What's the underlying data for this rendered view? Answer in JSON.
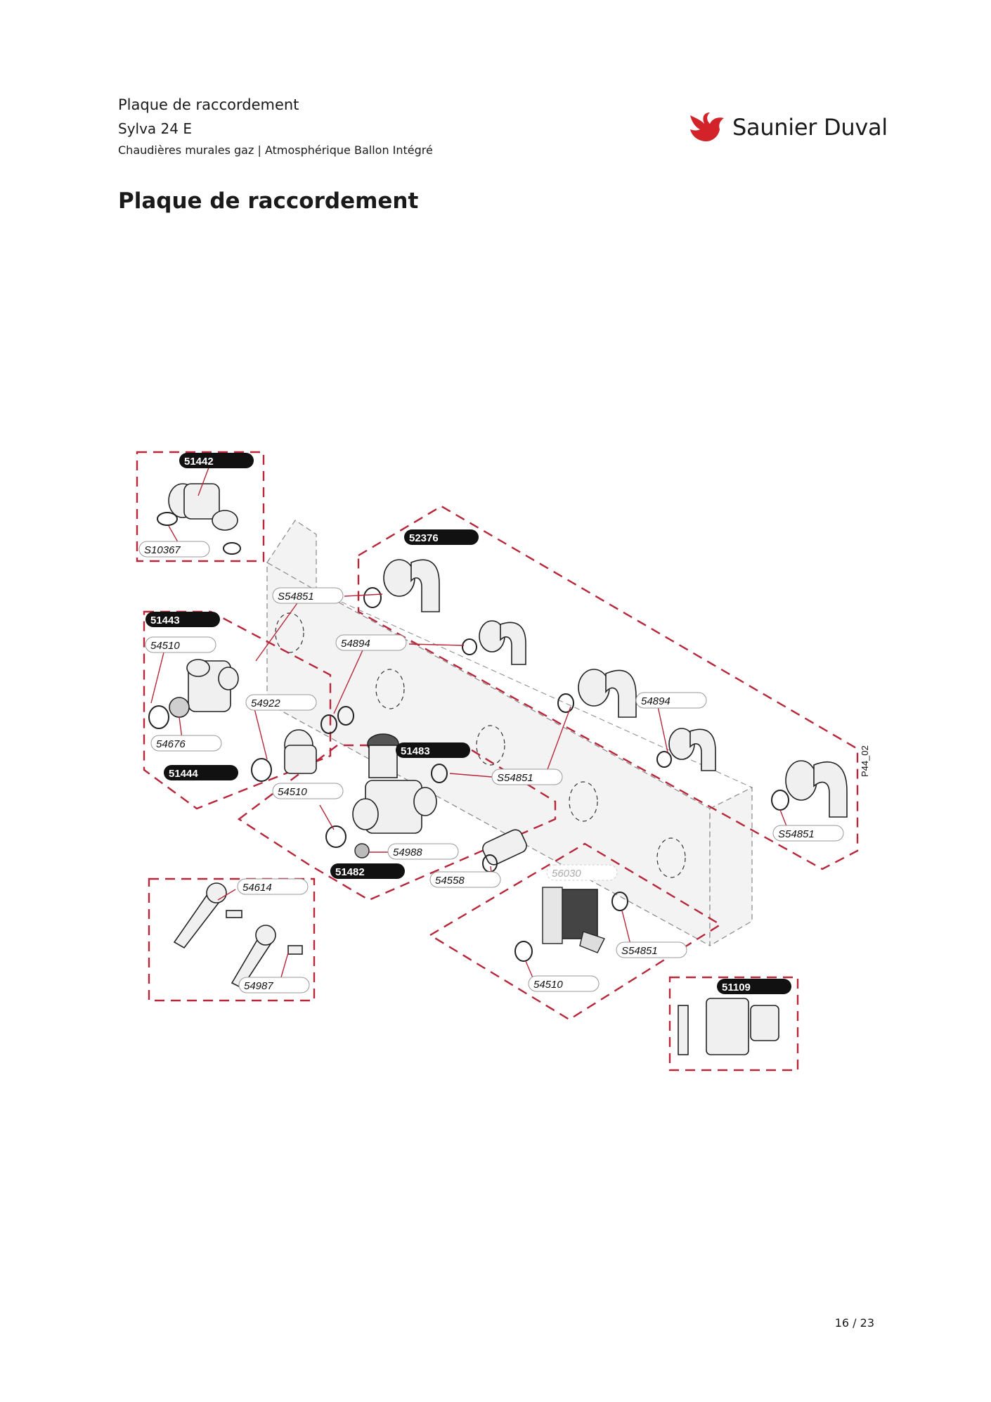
{
  "header": {
    "line1": "Plaque de raccordement",
    "line2": "Sylva 24 E",
    "line3": "Chaudières murales gaz | Atmosphérique Ballon Intégré"
  },
  "logo": {
    "name": "Saunier Duval",
    "color": "#d2232a",
    "icon": "bird-icon"
  },
  "page_title": "Plaque de raccordement",
  "diagram": {
    "code": "P44_02",
    "labels": {
      "l51442": "51442",
      "s10367": "S10367",
      "l52376": "52376",
      "s54851a": "S54851",
      "l51443": "51443",
      "l54510a": "54510",
      "l54894a": "54894",
      "l54922": "54922",
      "l54676": "54676",
      "l51483": "51483",
      "l51444": "51444",
      "s54851b": "S54851",
      "l54894b": "54894",
      "l54510b": "54510",
      "l54988": "54988",
      "l51482": "51482",
      "l54558": "54558",
      "l56030": "56030",
      "s54851c": "S54851",
      "l54614": "54614",
      "s54851d": "S54851",
      "l54987": "54987",
      "l54510c": "54510",
      "l51109": "51109"
    }
  },
  "footer": {
    "page": "16 / 23"
  }
}
